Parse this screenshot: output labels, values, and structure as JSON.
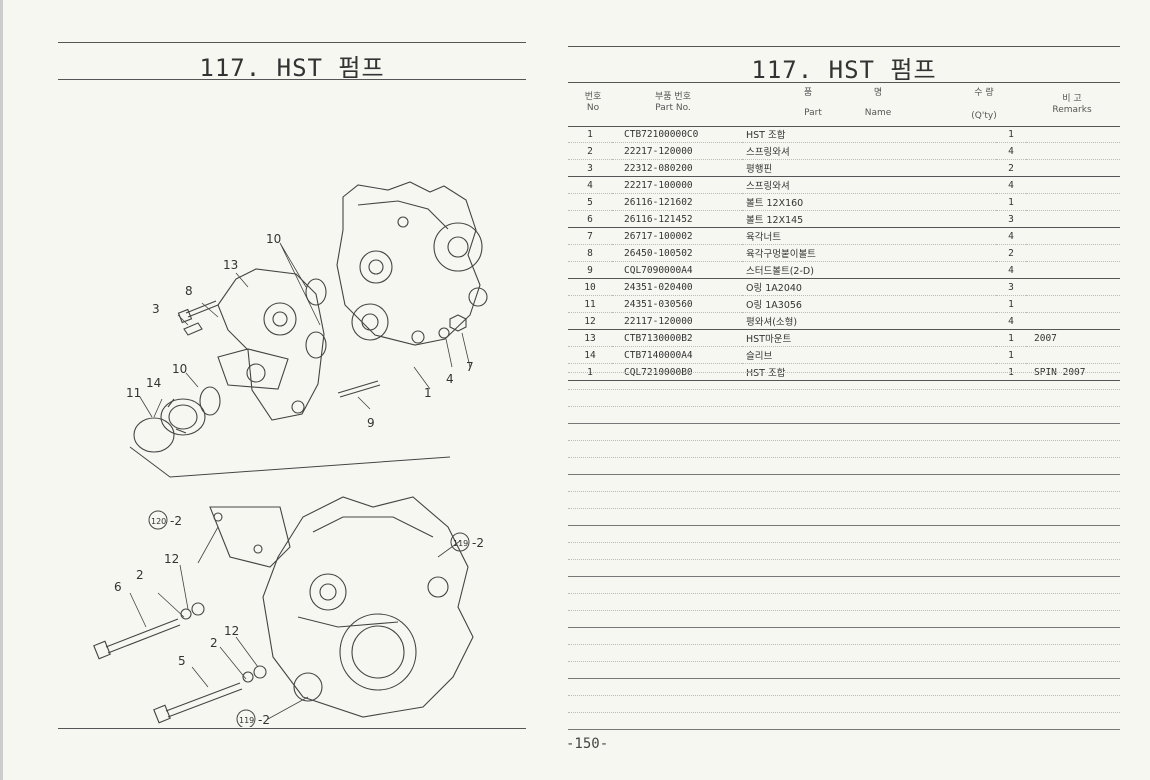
{
  "left_page": {
    "title": "117. HST 펌프",
    "callouts": {
      "c10": "10",
      "c13": "13",
      "c8": "8",
      "c3": "3",
      "c10b": "10",
      "c14": "14",
      "c11": "11",
      "c9": "9",
      "c4": "4",
      "c7": "7",
      "c1": "1",
      "c120": "120",
      "c120s": "-2",
      "c119a": "119",
      "c119as": "-2",
      "c12a": "12",
      "c2a": "2",
      "c6": "6",
      "c12b": "12",
      "c2b": "2",
      "c5": "5",
      "c119b": "119",
      "c119bs": "-2"
    }
  },
  "right_page": {
    "title": "117. HST 펌프",
    "headers": {
      "no_ko": "번호",
      "no_en": "No",
      "pn_ko": "부품 번호",
      "pn_en": "Part No.",
      "name_ko_1": "품",
      "name_ko_2": "명",
      "name_en_1": "Part",
      "name_en_2": "Name",
      "qty_ko": "수 량",
      "qty_en": "(Q'ty)",
      "rem_ko": "비 고",
      "rem_en": "Remarks"
    },
    "rows": [
      {
        "no": "1",
        "part_no": "CTB72100000C0",
        "name": "HST 조합",
        "qty": "1",
        "remarks": ""
      },
      {
        "no": "2",
        "part_no": "22217-120000",
        "name": "스프링와셔",
        "qty": "4",
        "remarks": ""
      },
      {
        "no": "3",
        "part_no": "22312-080200",
        "name": "평행핀",
        "qty": "2",
        "remarks": ""
      },
      {
        "no": "4",
        "part_no": "22217-100000",
        "name": "스프링와셔",
        "qty": "4",
        "remarks": ""
      },
      {
        "no": "5",
        "part_no": "26116-121602",
        "name": "볼트 12X160",
        "qty": "1",
        "remarks": ""
      },
      {
        "no": "6",
        "part_no": "26116-121452",
        "name": "볼트 12X145",
        "qty": "3",
        "remarks": ""
      },
      {
        "no": "7",
        "part_no": "26717-100002",
        "name": "육각너트",
        "qty": "4",
        "remarks": ""
      },
      {
        "no": "8",
        "part_no": "26450-100502",
        "name": "육각구멍붙이볼트",
        "qty": "2",
        "remarks": ""
      },
      {
        "no": "9",
        "part_no": "CQL7090000A4",
        "name": "스터드볼트(2-D)",
        "qty": "4",
        "remarks": ""
      },
      {
        "no": "10",
        "part_no": "24351-020400",
        "name": "O링 1A2040",
        "qty": "3",
        "remarks": ""
      },
      {
        "no": "11",
        "part_no": "24351-030560",
        "name": "O링 1A3056",
        "qty": "1",
        "remarks": ""
      },
      {
        "no": "12",
        "part_no": "22117-120000",
        "name": "평와셔(소형)",
        "qty": "4",
        "remarks": ""
      },
      {
        "no": "13",
        "part_no": "CTB7130000B2",
        "name": "HST마운트",
        "qty": "1",
        "remarks": "2007"
      },
      {
        "no": "14",
        "part_no": "CTB7140000A4",
        "name": "슬리브",
        "qty": "1",
        "remarks": ""
      },
      {
        "no": "1",
        "part_no": "CQL7210000B0",
        "name": "HST 조합",
        "qty": "1",
        "remarks": "SPIN 2007"
      }
    ]
  },
  "page_number": "-150-"
}
